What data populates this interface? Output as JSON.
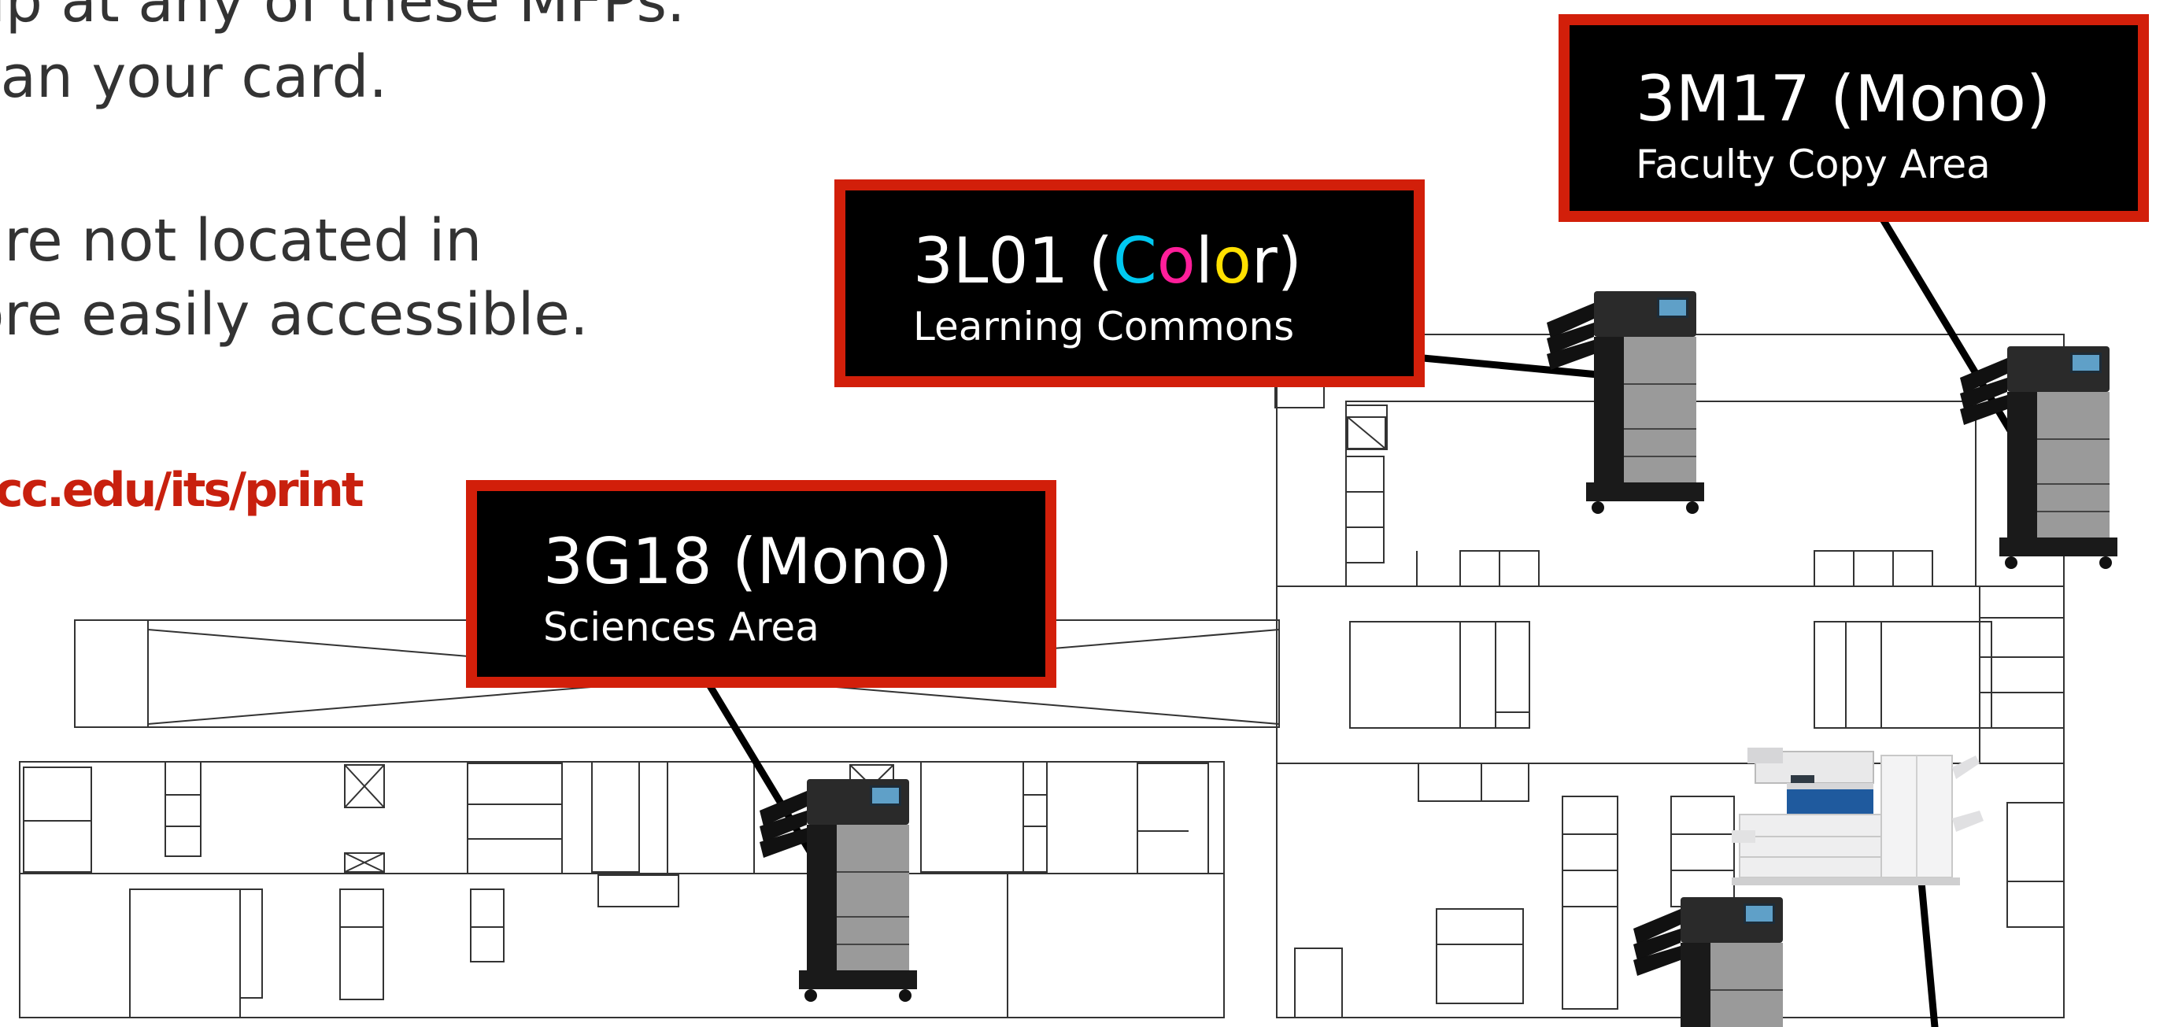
{
  "intro": {
    "line1": "up at any of these MFPs.",
    "line2": "can your card.",
    "line3": "are not located in",
    "line4": "ore easily accessible."
  },
  "link": "cc.edu/its/print",
  "colors": {
    "accent_red": "#d21f0a",
    "link_red": "#c8200e",
    "callout_bg": "#000000",
    "color_letter_c": "#00c8f0",
    "color_letter_o1": "#ff1e9a",
    "color_letter_o2": "#ffe000"
  },
  "callouts": [
    {
      "id": "3M17",
      "title": "3M17 (Mono)",
      "location": "Faculty Copy Area"
    },
    {
      "id": "3L01",
      "title_prefix": "3L01 (",
      "title_color_word": [
        "C",
        "o",
        "l",
        "o",
        "r"
      ],
      "title_suffix": ")",
      "location": "Learning Commons"
    },
    {
      "id": "3G18",
      "title": "3G18 (Mono)",
      "location": "Sciences Area"
    }
  ],
  "printers": [
    {
      "name": "printer-3l01",
      "icon": "mfp-printer-icon"
    },
    {
      "name": "printer-3m17",
      "icon": "mfp-printer-icon"
    },
    {
      "name": "printer-3g18",
      "icon": "mfp-printer-icon"
    },
    {
      "name": "printer-bottom-mono",
      "icon": "mfp-printer-icon"
    },
    {
      "name": "printer-large-color",
      "icon": "large-copier-icon"
    }
  ]
}
